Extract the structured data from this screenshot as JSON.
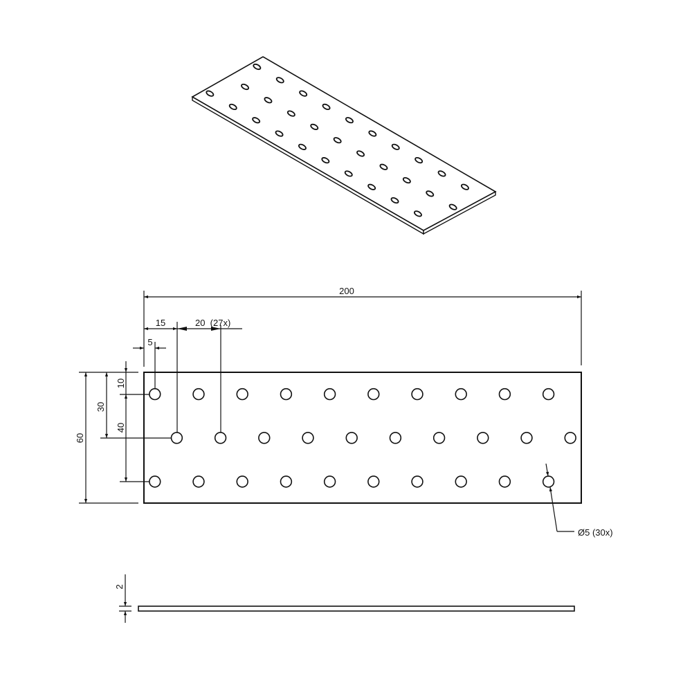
{
  "drawing": {
    "plate": {
      "length_mm": 200,
      "width_mm": 60,
      "thickness_mm": 2
    },
    "holes": {
      "diameter_mm": 5,
      "rows": [
        {
          "v_mm": 10,
          "u_start_mm": 5,
          "count": 10,
          "pitch_mm": 20
        },
        {
          "v_mm": 30,
          "u_start_mm": 15,
          "count": 10,
          "pitch_mm": 20
        },
        {
          "v_mm": 50,
          "u_start_mm": 5,
          "count": 10,
          "pitch_mm": 20
        }
      ]
    },
    "dimensions": {
      "length": "200",
      "first_offset": "15",
      "pitch": "20  (27x)",
      "edge_offset": "5",
      "width": "60",
      "middle_row": "30",
      "top_row": "10",
      "row_spacing": "40",
      "thickness": "2",
      "hole_callout": "Ø5 (30x)"
    },
    "line_color": "#111111"
  }
}
